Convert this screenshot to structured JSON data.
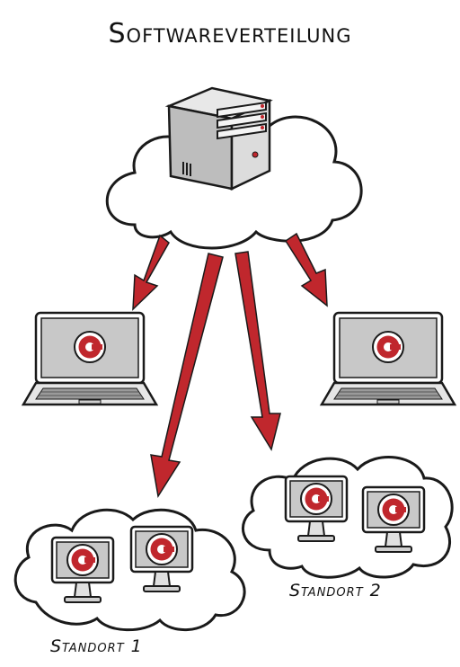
{
  "title": "Softwareverteilung",
  "site1": {
    "label": "Standort 1"
  },
  "site2": {
    "label": "Standort 2"
  },
  "colors": {
    "arrow": "#c0272d",
    "logo_ring": "#c0272d",
    "screen": "#c8c8c8",
    "outline": "#1a1a1a"
  },
  "icons": {
    "server": "server-tower-icon",
    "laptop": "laptop-icon",
    "monitor": "desktop-monitor-icon",
    "cloud": "cloud-icon",
    "logo": "c-logo-icon"
  }
}
